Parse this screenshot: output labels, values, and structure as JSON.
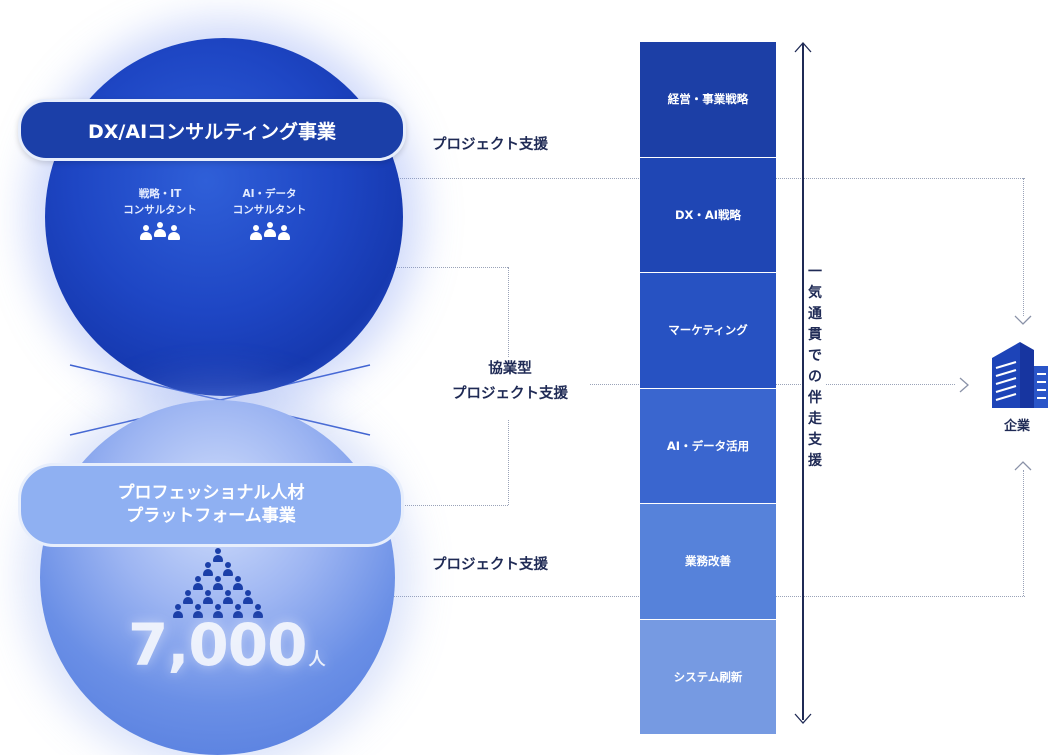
{
  "left": {
    "top_circle": {
      "title": "DX/AIコンサルティング事業",
      "roles": [
        {
          "line1": "戦略・IT",
          "line2": "コンサルタント"
        },
        {
          "line1": "AI・データ",
          "line2": "コンサルタント"
        }
      ]
    },
    "bottom_circle": {
      "title_line1": "プロフェッショナル人材",
      "title_line2": "プラットフォーム事業",
      "count": "7,000",
      "count_unit": "人"
    }
  },
  "middle_labels": {
    "top": "プロジェクト支援",
    "mid_line1": "協業型",
    "mid_line2": "プロジェクト支援",
    "bottom": "プロジェクト支援"
  },
  "stack": {
    "segments": [
      {
        "label": "経営・事業戦略",
        "color": "#1c3fa6"
      },
      {
        "label": "DX・AI戦略",
        "color": "#1f46b4"
      },
      {
        "label": "マーケティング",
        "color": "#2752c2"
      },
      {
        "label": "AI・データ活用",
        "color": "#3a66cf"
      },
      {
        "label": "業務改善",
        "color": "#5682da"
      },
      {
        "label": "システム刷新",
        "color": "#769ae2"
      }
    ]
  },
  "side_text": "一気通貫での伴走支援",
  "company": {
    "label": "企業",
    "icon": "building-icon"
  }
}
